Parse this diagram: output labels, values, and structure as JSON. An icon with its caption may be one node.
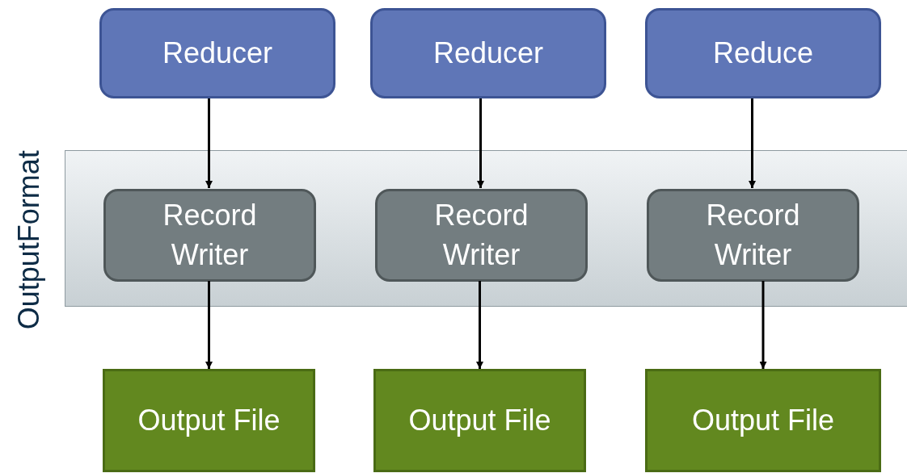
{
  "diagram": {
    "nodes": [
      {
        "text": [
          "Reducer"
        ]
      },
      {
        "text": [
          "Reducer"
        ]
      },
      {
        "text": [
          "Reduce"
        ]
      },
      {
        "text": [
          "OutputFormat"
        ]
      },
      {
        "text": [
          "Record Writer"
        ],
        "in": 3
      },
      {
        "text": [
          "Record Writer"
        ],
        "in": 3
      },
      {
        "text": [
          "Record Writer"
        ],
        "in": 3
      },
      {
        "text": [
          "Output File"
        ]
      },
      {
        "text": [
          "Output File"
        ]
      },
      {
        "text": [
          "Output File"
        ]
      }
    ],
    "edges": [
      {
        "from": 0,
        "to": 4,
        "arrow": "to"
      },
      {
        "from": 1,
        "to": 5,
        "arrow": "to"
      },
      {
        "from": 2,
        "to": 6,
        "arrow": "to"
      },
      {
        "from": 4,
        "to": 7,
        "arrow": "to"
      },
      {
        "from": 5,
        "to": 8,
        "arrow": "to"
      },
      {
        "from": 6,
        "to": 9,
        "arrow": "to"
      }
    ]
  }
}
